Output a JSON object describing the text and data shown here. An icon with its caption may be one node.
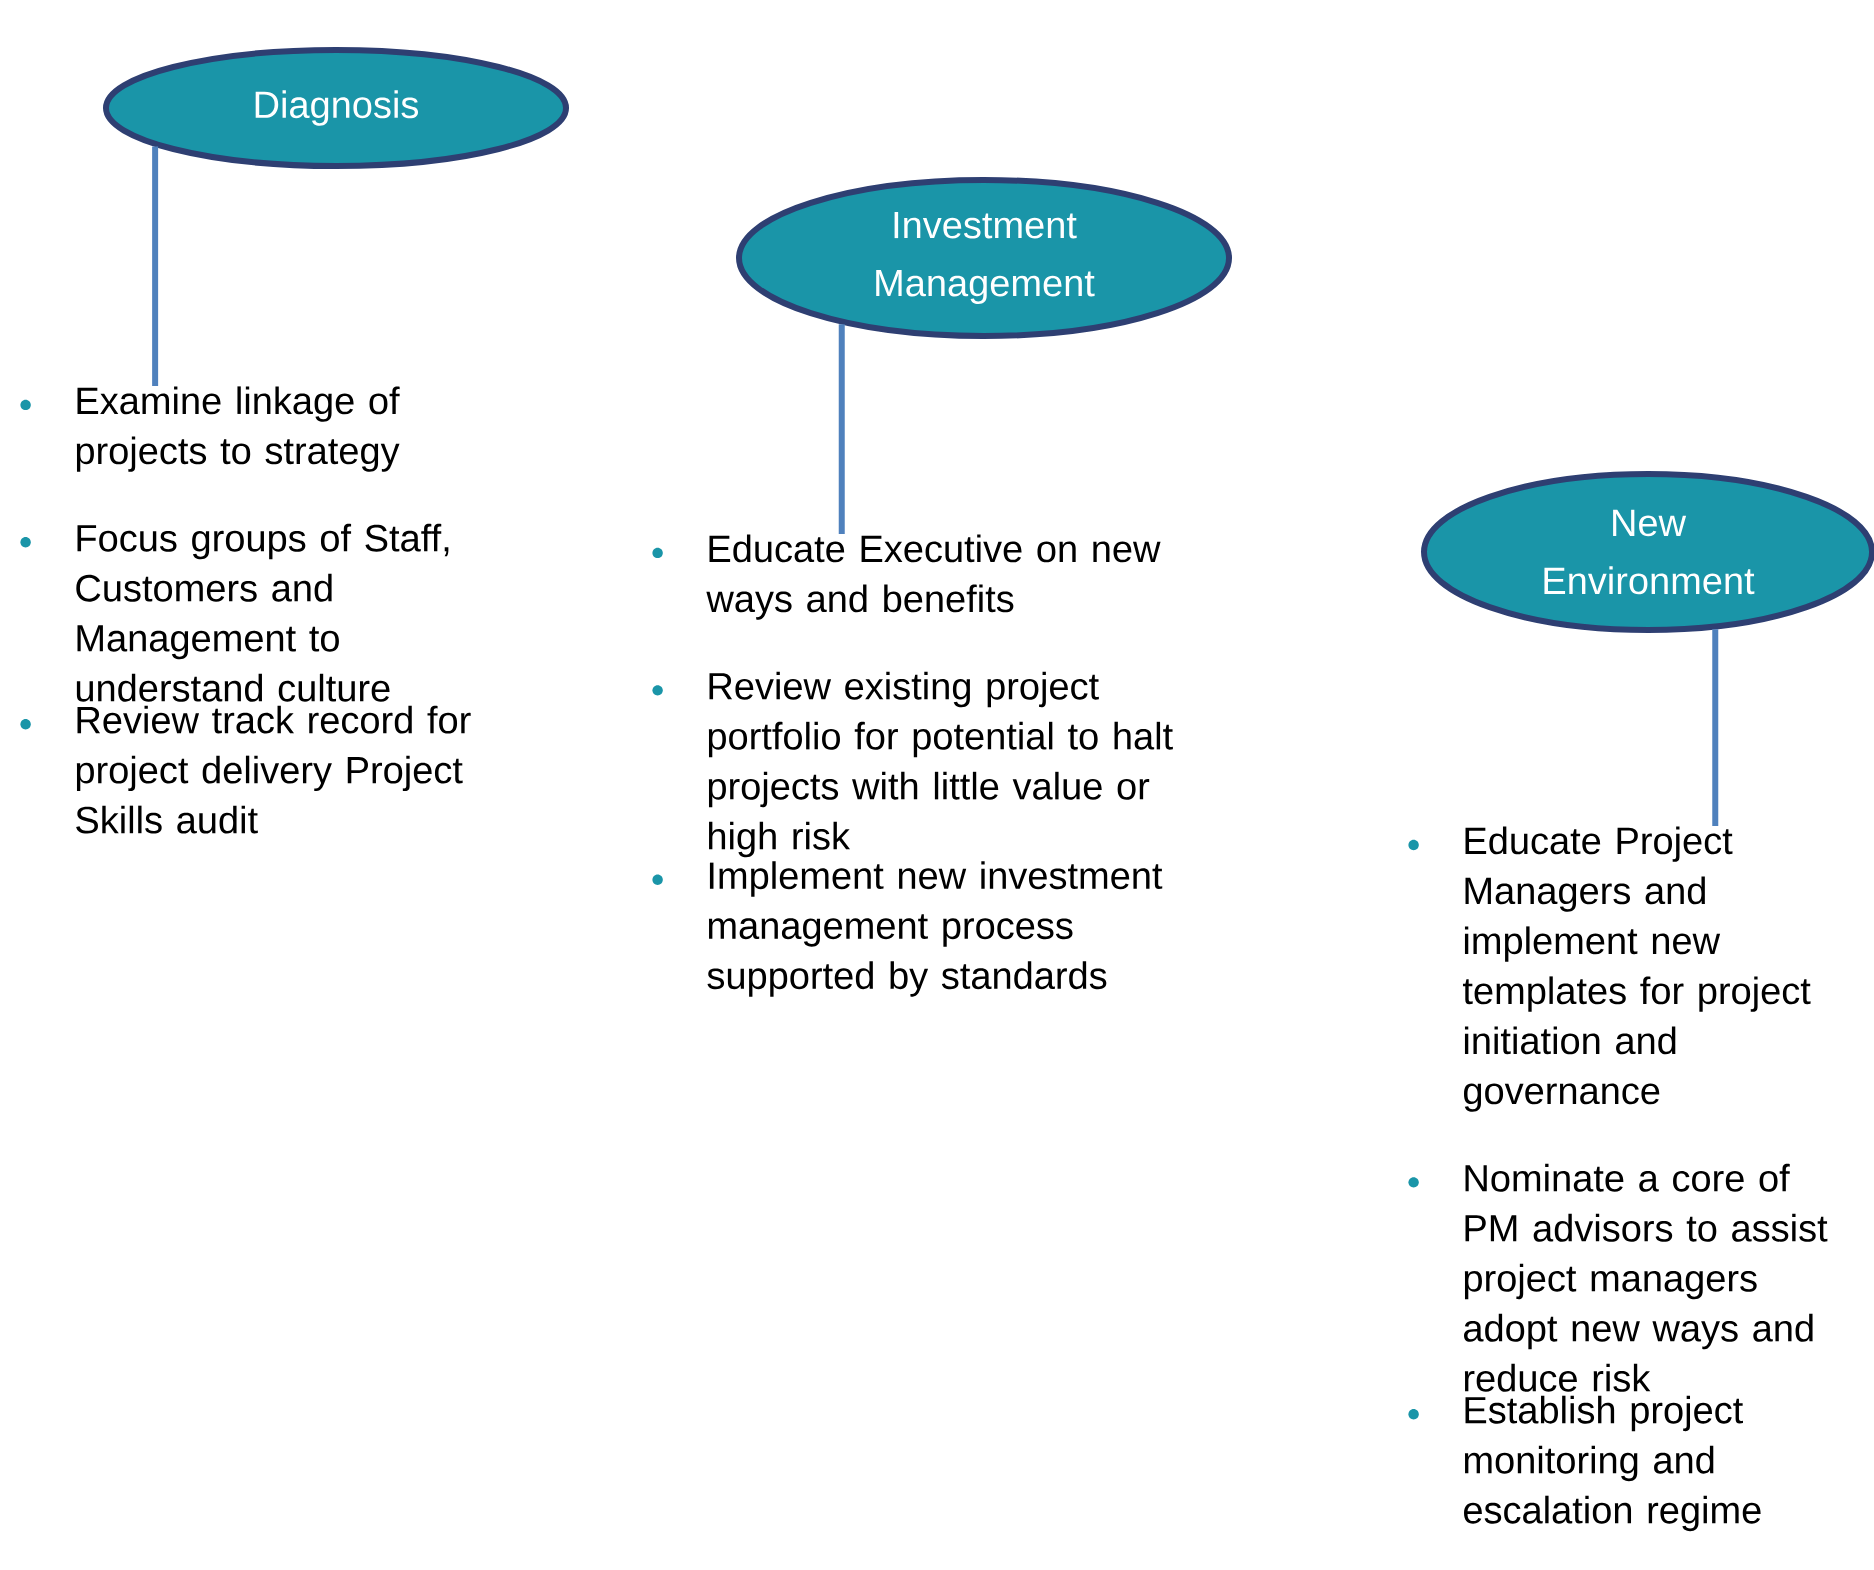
{
  "diagram": {
    "nodes": [
      {
        "text": [
          "Diagnosis"
        ]
      },
      {
        "text": [
          "Investment Management"
        ]
      },
      {
        "text": [
          "New Environment"
        ]
      },
      {
        "text": [
          "Examine linkage of projects to strategy",
          "Focus groups of Staff, Customers and Management to understand culture",
          "Review track record for project delivery Project Skills audit"
        ]
      },
      {
        "text": [
          "Educate Executive on new ways and benefits",
          "Review existing project portfolio for potential to halt projects with little value or high risk",
          "Implement new investment management process supported by standards"
        ]
      },
      {
        "text": [
          "Educate Project Managers and implement new templates for project initiation and governance",
          "Nominate a core of PM advisors to assist project managers adopt new ways and reduce risk",
          "Establish project monitoring and escalation regime"
        ]
      }
    ],
    "edges": [
      {
        "from": 0,
        "to": 3,
        "arrow": "none"
      },
      {
        "from": 1,
        "to": 4,
        "arrow": "none"
      },
      {
        "from": 2,
        "to": 5,
        "arrow": "none"
      }
    ]
  }
}
